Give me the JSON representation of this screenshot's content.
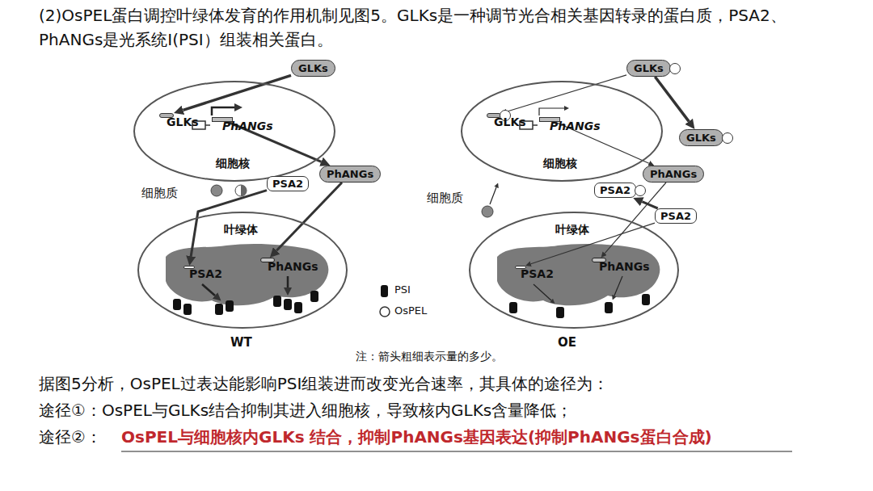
{
  "diagram": {
    "title": "(2)OsPEL蛋白调控叶绿体发育的作用机制见图5。GLKs是一种调节光合相关基因转录的蛋白质，PSA2、PhANGs是光系统Ⅰ(PSI）组装相关蛋白。",
    "nodes": [
      {
        "text": [
          "细胞核"
        ]
      },
      {
        "text": [
          "GLKs"
        ],
        "in": 0
      },
      {
        "text": [
          "PhANGs"
        ],
        "in": 0
      },
      {
        "text": [
          "GLKs"
        ]
      },
      {
        "text": [
          "PhANGs"
        ]
      },
      {
        "text": [
          "PSA2"
        ]
      },
      {
        "text": [
          "叶绿体"
        ]
      },
      {
        "text": [
          "PSA2"
        ],
        "in": 6
      },
      {
        "text": [
          "PhANGs"
        ],
        "in": 6
      },
      {
        "text": [
          "细胞核"
        ]
      },
      {
        "text": [
          "GLKs"
        ],
        "in": 9
      },
      {
        "text": [
          "PhANGs"
        ],
        "in": 9
      },
      {
        "text": [
          "GLKs"
        ]
      },
      {
        "text": [
          "GLKs"
        ]
      },
      {
        "text": [
          "PhANGs"
        ]
      },
      {
        "text": [
          "PSA2"
        ]
      },
      {
        "text": [
          "PSA2"
        ]
      },
      {
        "text": [
          "叶绿体"
        ]
      },
      {
        "text": [
          "PSA2"
        ],
        "in": 17
      },
      {
        "text": [
          "PhANGs"
        ],
        "in": 17
      }
    ],
    "edges": [
      {
        "from": 3,
        "to": 1,
        "arrow": "to"
      },
      {
        "from": 2,
        "to": 4,
        "arrow": "to"
      },
      {
        "from": 4,
        "to": 8,
        "arrow": "to"
      },
      {
        "from": 5,
        "to": 7,
        "arrow": "to"
      },
      {
        "from": 12,
        "to": 10,
        "arrow": "to"
      },
      {
        "from": 12,
        "to": 13,
        "arrow": "to"
      },
      {
        "from": 11,
        "to": 14,
        "arrow": "to"
      },
      {
        "from": 14,
        "to": 19,
        "arrow": "to"
      },
      {
        "from": 16,
        "to": 15,
        "arrow": "to"
      },
      {
        "from": 16,
        "to": 18,
        "arrow": "to"
      }
    ],
    "labels": [
      "细胞质",
      "WT",
      "细胞质",
      "OE",
      "注：箭头粗细表示量的多少。",
      "据图5分析，OsPEL过表达能影响PSI组装进而改变光合速率，其具体的途径为：",
      "途径①：OsPEL与GLKs结合抑制其进入细胞核，导致核内GLKs含量降低；",
      "途径②：",
      "OsPEL与细胞核内GLKs 结合，抑制PhANGs基因表达(抑制PhANGs蛋白合成)"
    ],
    "legend": [
      {
        "text": "PSI"
      },
      {
        "text": "OsPEL"
      }
    ]
  }
}
